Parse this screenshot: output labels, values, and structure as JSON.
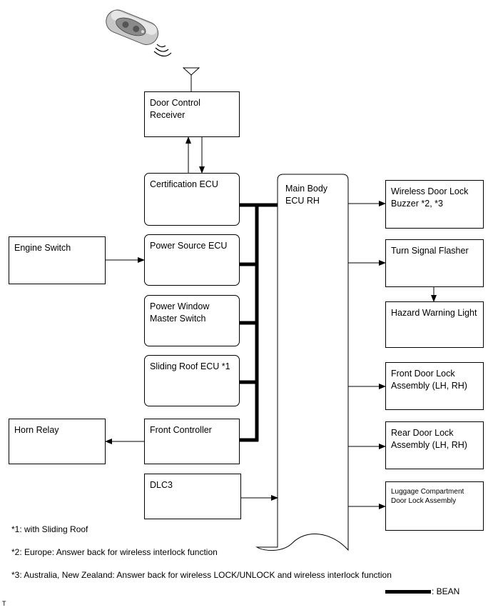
{
  "components": {
    "door_control_receiver": "Door Control\nReceiver",
    "certification_ecu": "Certification ECU",
    "power_source_ecu": "Power Source ECU",
    "power_window_master_switch": "Power Window\nMaster Switch",
    "sliding_roof_ecu": "Sliding Roof ECU *1",
    "front_controller": "Front Controller",
    "dlc3": "DLC3",
    "engine_switch": "Engine Switch",
    "horn_relay": "Horn Relay",
    "main_body_ecu": "Main Body\nECU RH",
    "wireless_door_lock_buzzer": "Wireless Door Lock\nBuzzer *2, *3",
    "turn_signal_flasher": "Turn Signal Flasher",
    "hazard_warning_light": "Hazard Warning Light",
    "front_door_lock_assembly": "Front Door Lock\nAssembly (LH, RH)",
    "rear_door_lock_assembly": "Rear Door Lock\nAssembly (LH, RH)",
    "luggage_compartment_door_lock": "Luggage Compartment\nDoor Lock Assembly"
  },
  "notes": {
    "note1": "*1: with Sliding Roof",
    "note2": "*2: Europe: Answer back for wireless interlock function",
    "note3": "*3: Australia, New Zealand: Answer back for wireless LOCK/UNLOCK and wireless interlock function"
  },
  "legend": {
    "bean_label": ": BEAN"
  },
  "footer": {
    "mark": "T"
  },
  "icons": {
    "key_fob": "key-fob-icon",
    "antenna": "antenna-icon"
  }
}
